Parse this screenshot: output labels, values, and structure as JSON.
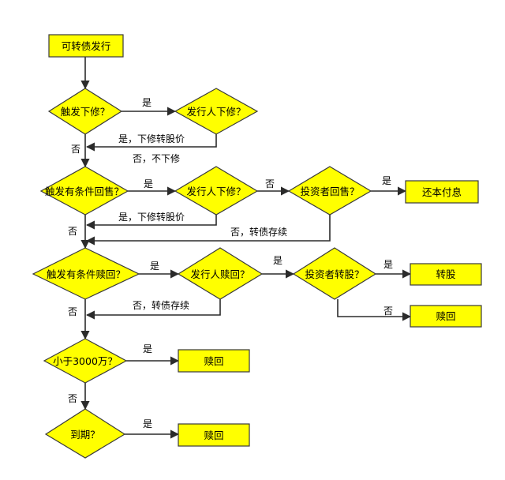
{
  "nodes": {
    "issue": "可转债发行",
    "q_trigger_down": "触发下修？",
    "q_issuer_down_1": "发行人下修？",
    "q_trigger_putback": "触发有条件回售？",
    "q_issuer_down_2": "发行人下修？",
    "q_investor_putback": "投资者回售？",
    "repay": "还本付息",
    "q_trigger_call": "触发有条件赎回？",
    "q_issuer_call": "发行人赎回？",
    "q_investor_convert": "投资者转股？",
    "convert": "转股",
    "redeem_1": "赎回",
    "q_under_30m": "小于3000万？",
    "redeem_2": "赎回",
    "q_maturity": "到期？",
    "redeem_3": "赎回"
  },
  "labels": {
    "yes": "是",
    "no": "否",
    "yes_lower_conv_price": "是，下修转股价",
    "no_not_lower": "否，不下修",
    "no_bond_continues": "否，转债存续"
  }
}
